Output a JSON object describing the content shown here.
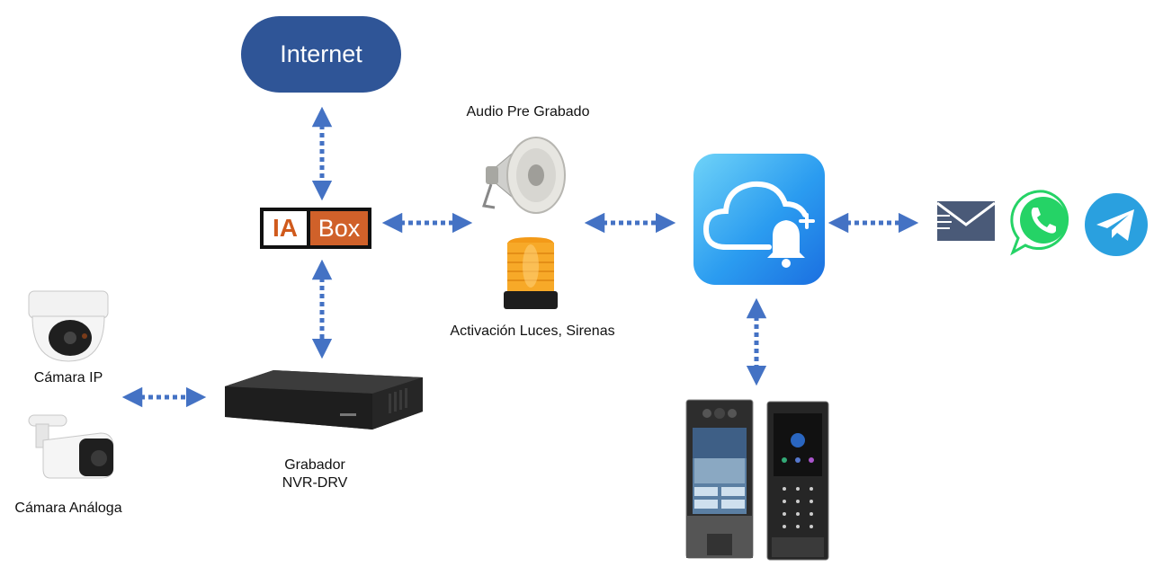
{
  "diagram": {
    "internet_label": "Internet",
    "iabox": {
      "part1": "IA",
      "part2": "Box"
    },
    "labels": {
      "audio": "Audio Pre Grabado",
      "lights": "Activación Luces, Sirenas",
      "camera_ip": "Cámara IP",
      "camera_analog": "Cámara Análoga",
      "recorder_line1": "Grabador",
      "recorder_line2": "NVR-DRV"
    },
    "colors": {
      "arrow": "#4472c4",
      "internet": "#2f5597",
      "whatsapp": "#25d366",
      "telegram": "#2aa0df",
      "mail": "#4a5a78",
      "beacon": "#f39a18"
    }
  }
}
